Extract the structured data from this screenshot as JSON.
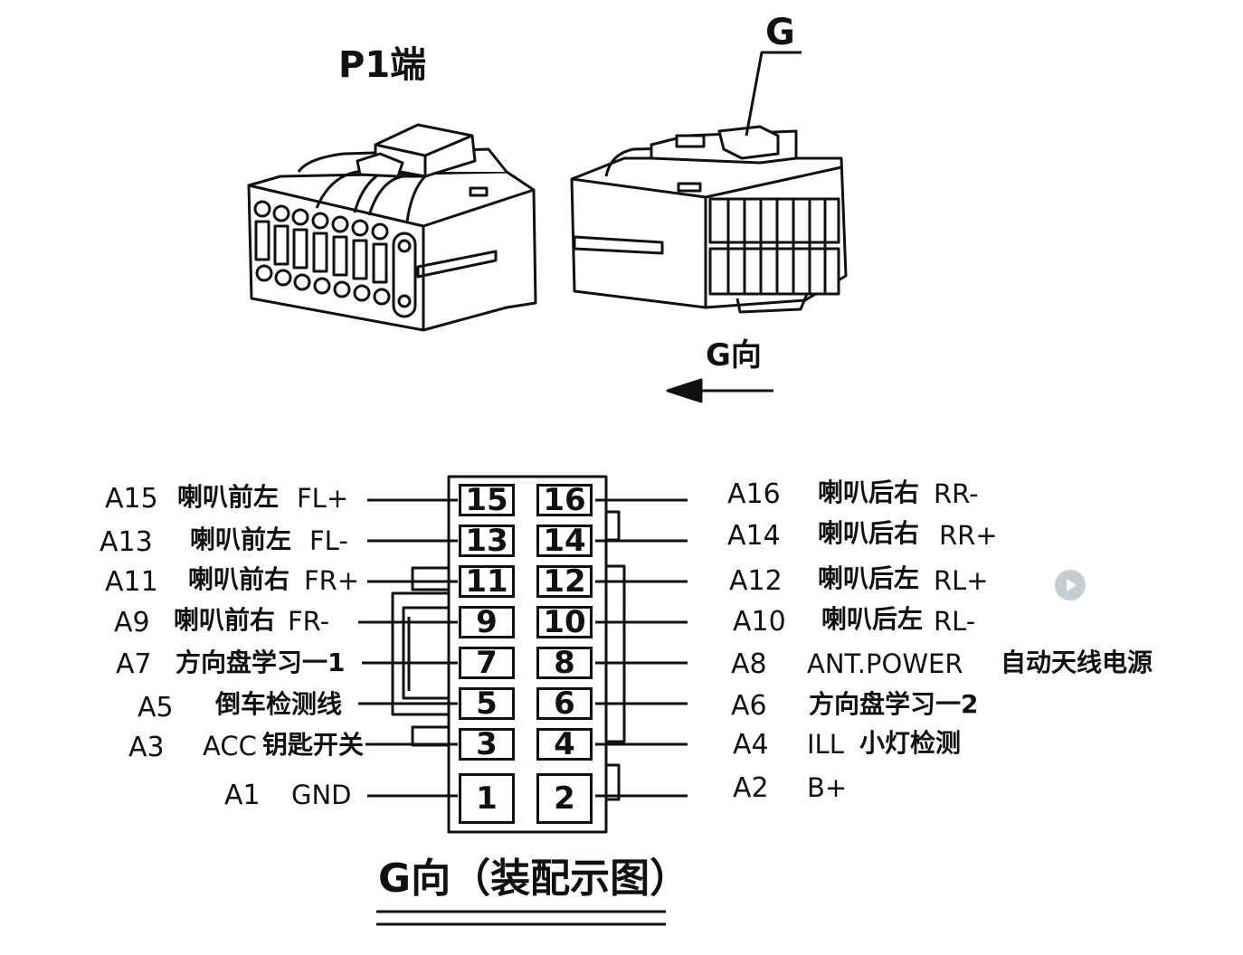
{
  "titles": {
    "p1_end": "P1端",
    "g_marker": "G",
    "g_direction": "G向",
    "assembly": "G向（装配示图）"
  },
  "pins_left": [
    {
      "code": "A15",
      "cn": "喇叭前左",
      "en": "FL+",
      "num": "15"
    },
    {
      "code": "A13",
      "cn": "喇叭前左",
      "en": "FL-",
      "num": "13"
    },
    {
      "code": "A11",
      "cn": "喇叭前右",
      "en": "FR+",
      "num": "11"
    },
    {
      "code": "A9",
      "cn": "喇叭前右",
      "en": "FR-",
      "num": "9"
    },
    {
      "code": "A7",
      "cn": "方向盘学习一1",
      "en": "",
      "num": "7"
    },
    {
      "code": "A5",
      "cn": "倒车检测线",
      "en": "",
      "num": "5"
    },
    {
      "code": "A3",
      "cn": "钥匙开关",
      "en": "ACC",
      "num": "3"
    },
    {
      "code": "A1",
      "cn": "",
      "en": "GND",
      "num": "1"
    }
  ],
  "pins_right": [
    {
      "code": "A16",
      "cn": "喇叭后右",
      "en": "RR-",
      "num": "16"
    },
    {
      "code": "A14",
      "cn": "喇叭后右",
      "en": "RR+",
      "num": "14"
    },
    {
      "code": "A12",
      "cn": "喇叭后左",
      "en": "RL+",
      "num": "12"
    },
    {
      "code": "A10",
      "cn": "喇叭后左",
      "en": "RL-",
      "num": "10"
    },
    {
      "code": "A8",
      "cn": "自动天线电源",
      "en": "ANT.POWER",
      "num": "8"
    },
    {
      "code": "A6",
      "cn": "方向盘学习一2",
      "en": "",
      "num": "6"
    },
    {
      "code": "A4",
      "cn": "小灯检测",
      "en": "ILL",
      "num": "4"
    },
    {
      "code": "A2",
      "cn": "",
      "en": "B+",
      "num": "2"
    }
  ],
  "icons": {
    "play": "play-icon",
    "arrow": "left-arrow-icon"
  }
}
